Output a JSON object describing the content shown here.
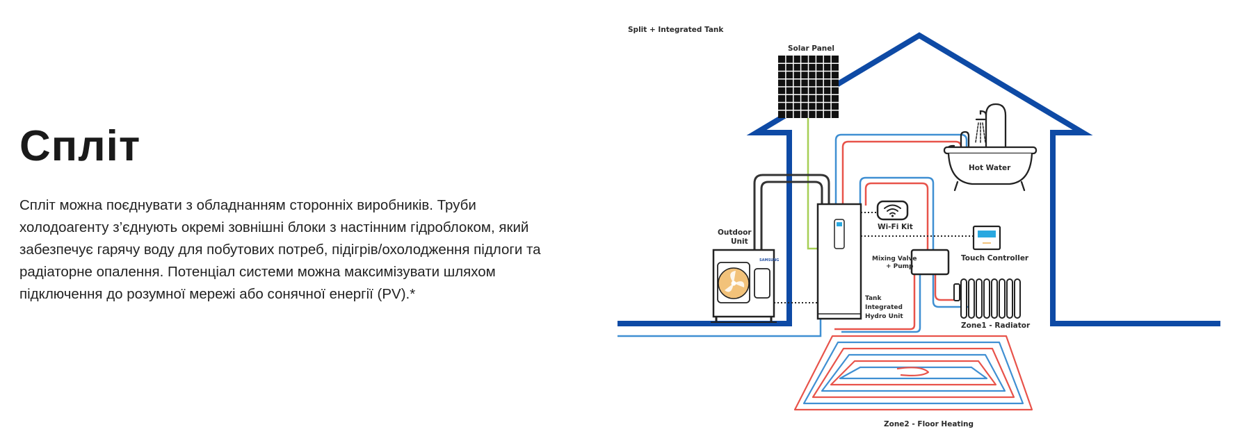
{
  "heading": "Спліт",
  "description": "Спліт можна поєднувати з обладнанням сторонніх виробників. Труби холодоагенту з’єднують окремі зовнішні блоки з настінним гідроблоком, який забезпечує гарячу воду для побутових потреб, підігрів/охолодження підлоги та радіаторне опалення. Потенціал системи можна максимізувати шляхом підключення до розумної мережі або сонячної енергії (PV).*",
  "diagram": {
    "title": "Split + Integrated Tank",
    "solar_panel": "Solar Panel",
    "hot_water": "Hot Water",
    "outdoor_unit_line1": "Outdoor",
    "outdoor_unit_line2": "Unit",
    "brand": "SAMSUNG",
    "wifi_kit": "Wi-Fi Kit",
    "touch_controller": "Touch Controller",
    "mixing_valve_line1": "Mixing Valve",
    "mixing_valve_line2": "+ Pump",
    "tank_line1": "Tank",
    "tank_line2": "Integrated",
    "tank_line3": "Hydro Unit",
    "zone1": "Zone1 - Radiator",
    "zone2": "Zone2 - Floor Heating",
    "colors": {
      "house": "#0e4aa5",
      "hot_pipe": "#e8534a",
      "cold_pipe": "#3f8fd2",
      "solar_wire": "#a6cf55",
      "outline": "#222222",
      "fan": "#f2c27a",
      "screen": "#2aa8e0"
    }
  }
}
